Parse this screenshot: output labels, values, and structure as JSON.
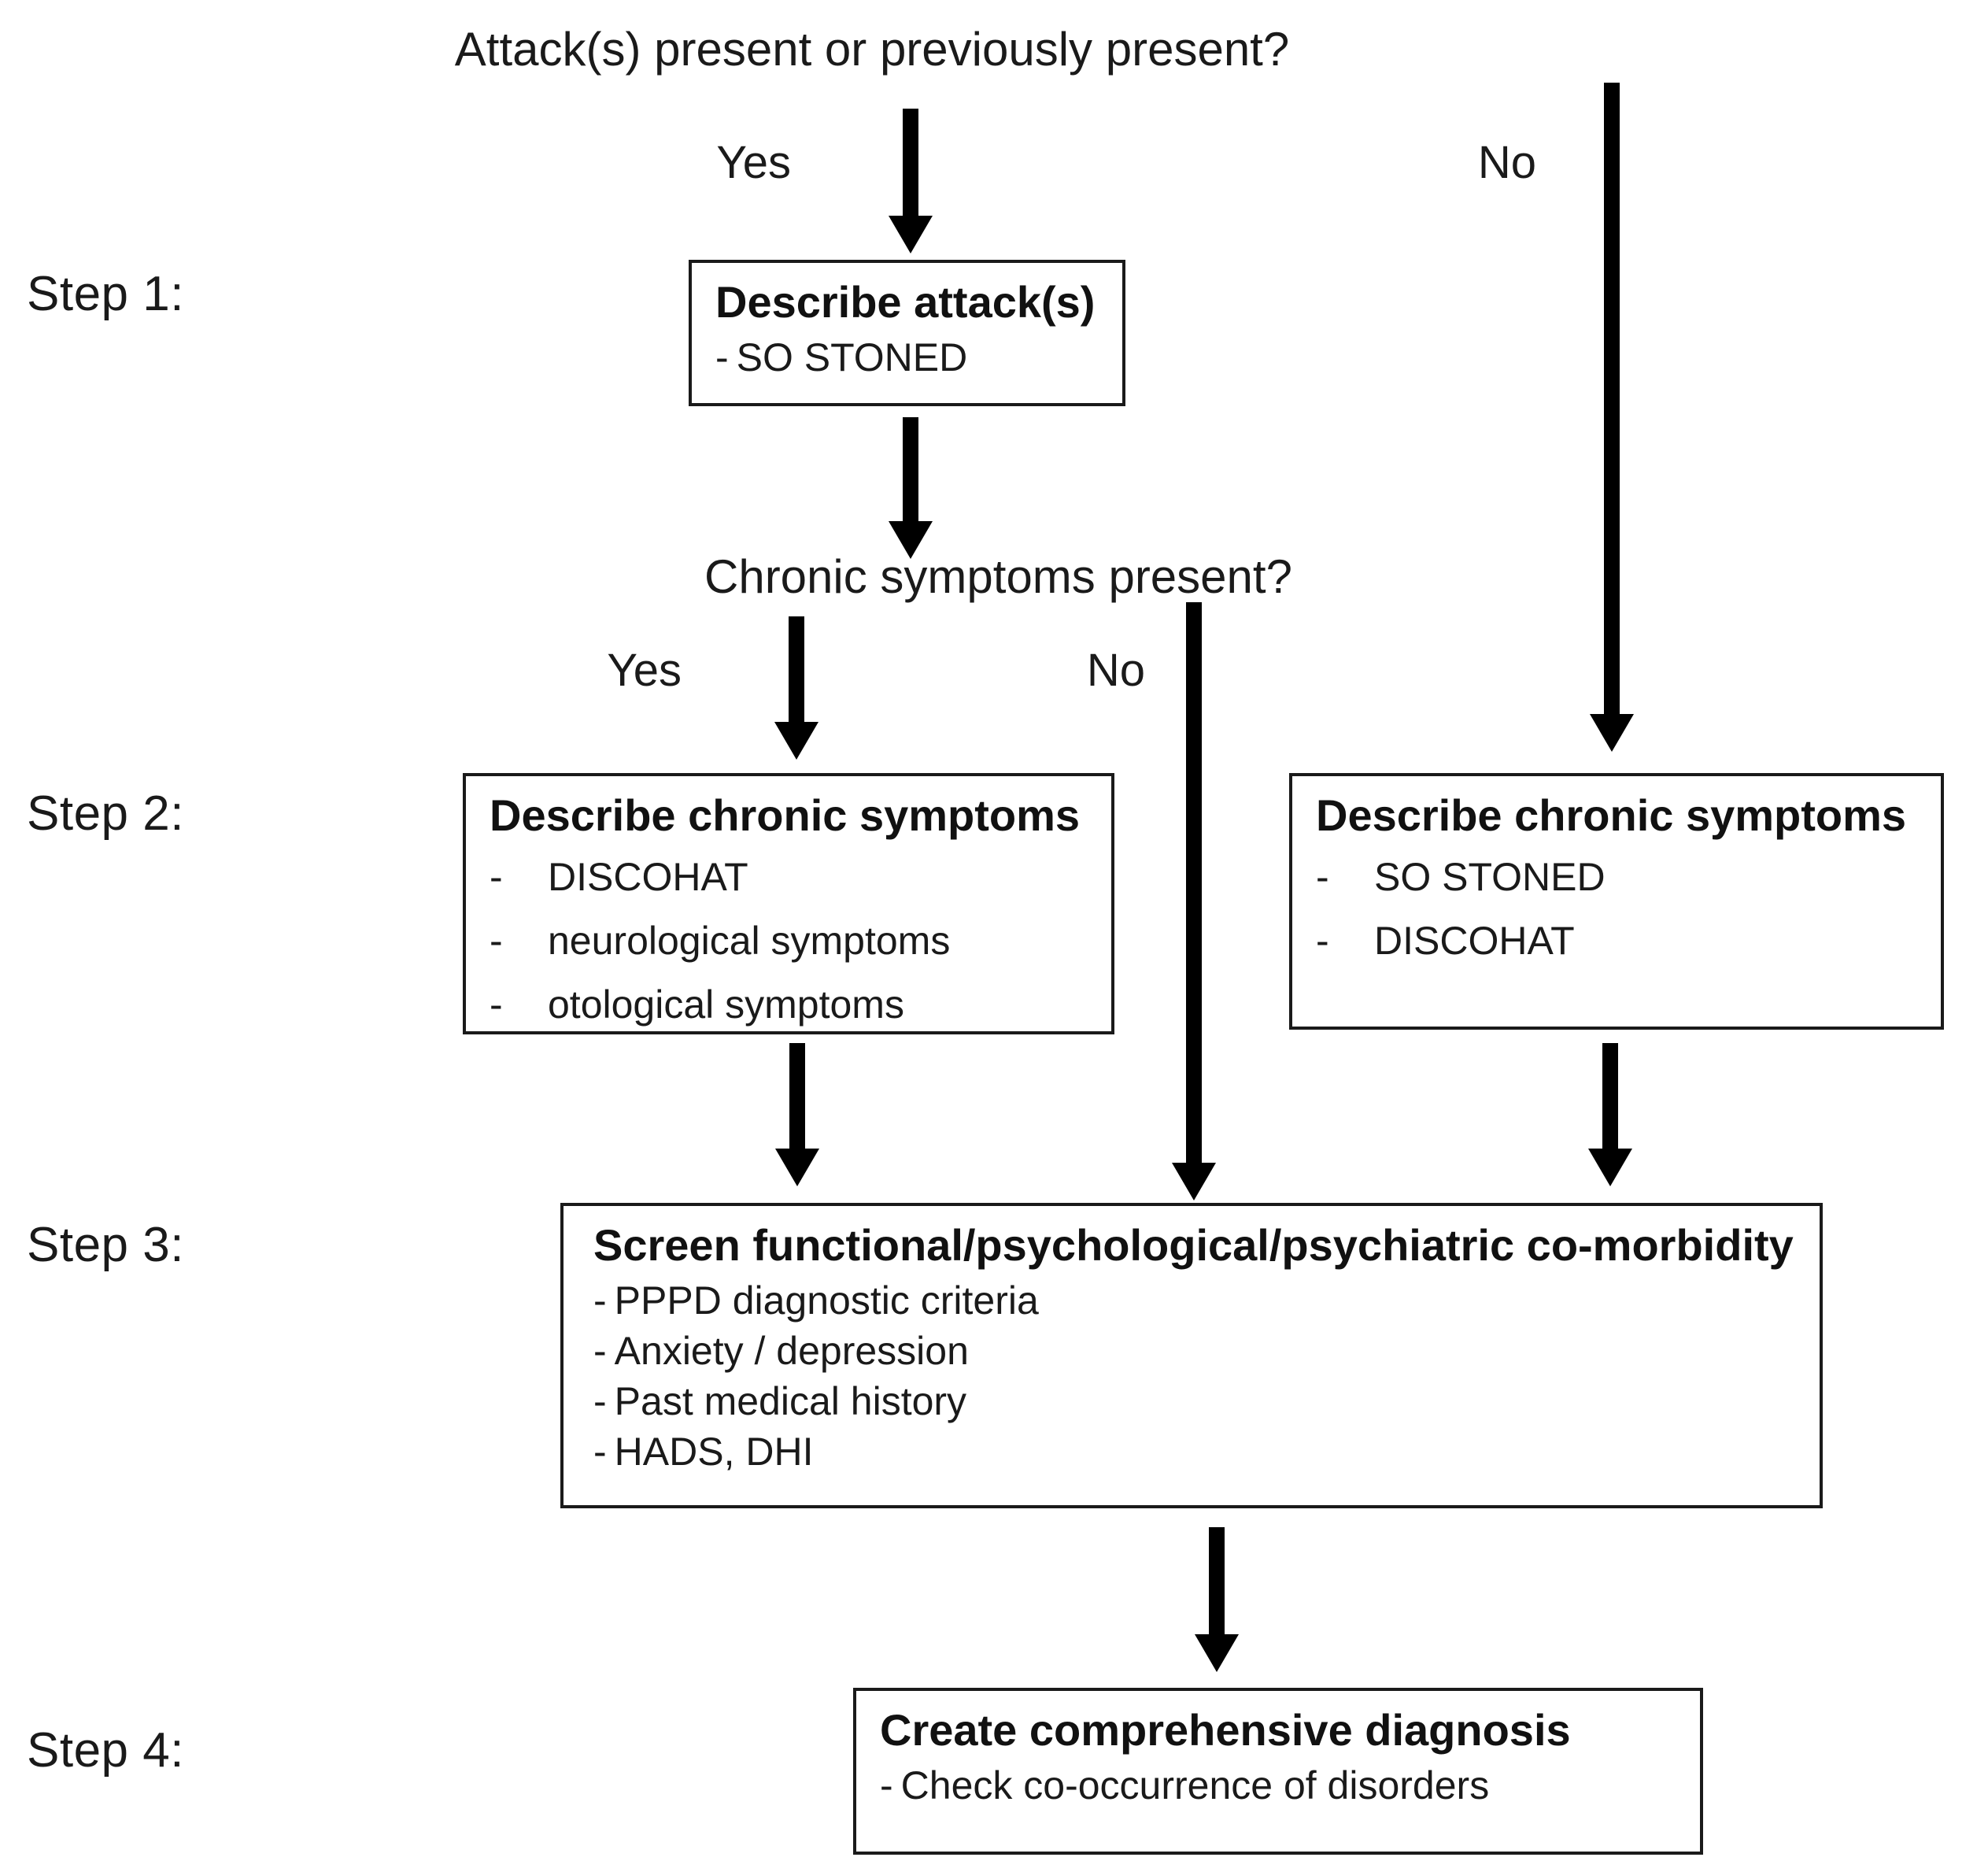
{
  "diagram": {
    "title_question": "Attack(s) present or previously present?",
    "secondary_question": "Chronic symptoms present?",
    "labels": {
      "yes": "Yes",
      "no": "No"
    },
    "steps": [
      {
        "label": "Step 1:"
      },
      {
        "label": "Step 2:"
      },
      {
        "label": "Step 3:"
      },
      {
        "label": "Step 4:"
      }
    ],
    "boxes": {
      "describe_attacks": {
        "title": "Describe attack(s)",
        "items": [
          "SO STONED"
        ],
        "dash": "-"
      },
      "describe_chronic_left": {
        "title": "Describe chronic symptoms",
        "items": [
          "DISCOHAT",
          "neurological symptoms",
          "otological symptoms"
        ],
        "dash": "-"
      },
      "describe_chronic_right": {
        "title": "Describe chronic symptoms",
        "items": [
          "SO STONED",
          "DISCOHAT"
        ],
        "dash": "-"
      },
      "screen_comorbidity": {
        "title": "Screen functional/psychological/psychiatric co-morbidity",
        "items": [
          "PPPD diagnostic criteria",
          "Anxiety / depression",
          "Past medical history",
          "HADS, DHI"
        ],
        "dash": "-"
      },
      "create_diagnosis": {
        "title": "Create comprehensive diagnosis",
        "items": [
          "Check co-occurrence of disorders"
        ],
        "dash": "-"
      }
    },
    "colors": {
      "line": "#000000",
      "text": "#1a1a1a",
      "background": "#ffffff"
    }
  }
}
